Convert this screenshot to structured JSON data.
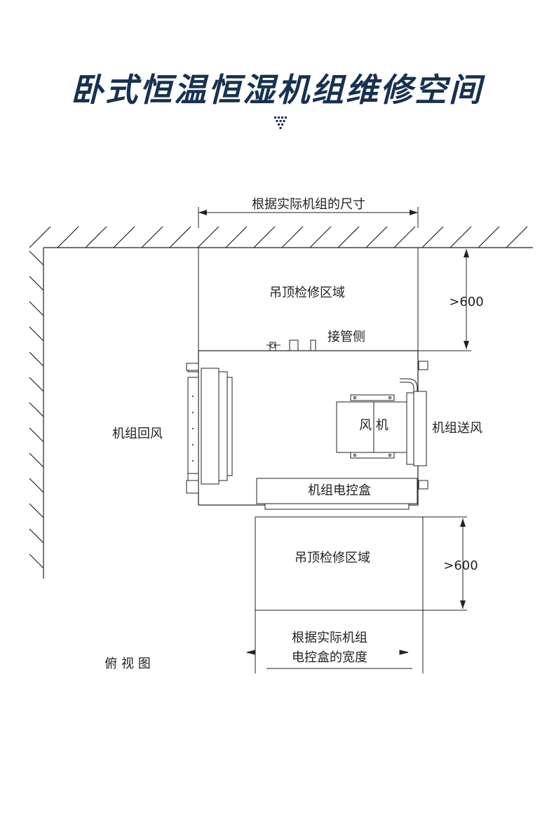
{
  "page": {
    "title": "卧式恒温恒湿机组维修空间",
    "accent_color": "#173150",
    "icon": "chevron-down-dots-icon"
  },
  "diagram": {
    "top_dimension_label": "根据实际机组的尺寸",
    "ceiling_service_area_top": "吊顶检修区域",
    "clearance_top": ">600",
    "pipe_side": "接管侧",
    "return_air": "机组回风",
    "fan": "风 机",
    "supply_air": "机组送风",
    "control_box": "机组电控盒",
    "ceiling_service_area_bottom": "吊顶检修区域",
    "clearance_bottom": ">600",
    "bottom_dimension_line1": "根据实际机组",
    "bottom_dimension_line2": "电控盒的宽度",
    "view_label": "俯 视 图"
  }
}
